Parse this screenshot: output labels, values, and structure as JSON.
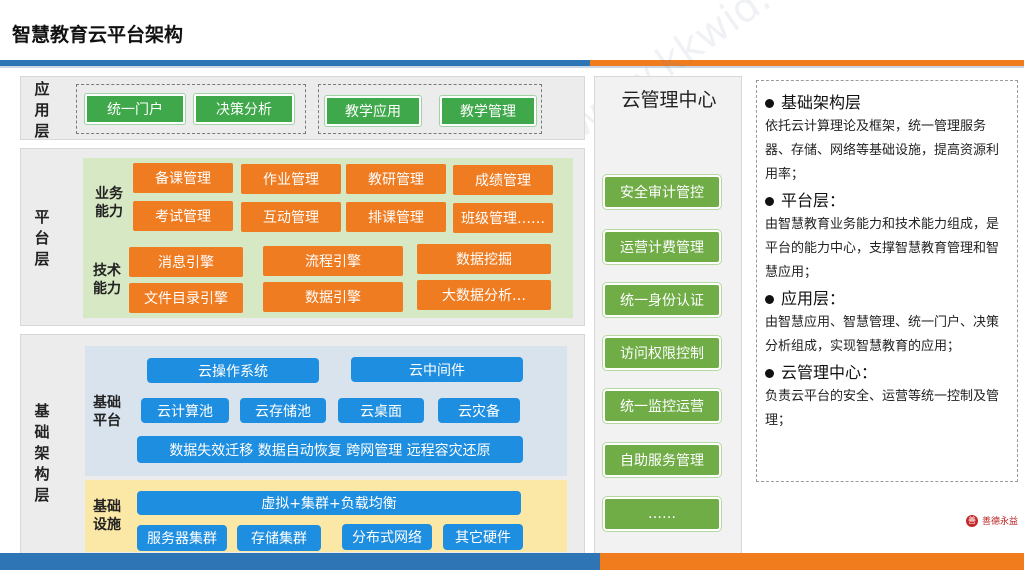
{
  "title": "智慧教育云平台架构",
  "layers": {
    "app": {
      "label": "应用层",
      "groups": [
        [
          "统一门户",
          "决策分析"
        ],
        [
          "教学应用",
          "教学管理"
        ]
      ]
    },
    "platform": {
      "label": "平台层",
      "business": {
        "label": "业务能力",
        "items": [
          "备课管理",
          "作业管理",
          "教研管理",
          "成绩管理",
          "考试管理",
          "互动管理",
          "排课管理",
          "班级管理……"
        ]
      },
      "tech": {
        "label": "技术能力",
        "items": [
          "消息引擎",
          "流程引擎",
          "数据挖掘",
          "文件目录引擎",
          "数据引擎",
          "大数据分析…"
        ]
      }
    },
    "infra": {
      "label": "基础架构层",
      "base_platform": {
        "label": "基础平台",
        "items": [
          "云操作系统",
          "云中间件",
          "云计算池",
          "云存储池",
          "云桌面",
          "云灾备",
          "数据失效迁移  数据自动恢复  跨网管理  远程容灾还原"
        ]
      },
      "facility": {
        "label": "基础设施",
        "items": [
          "虚拟+集群+负载均衡",
          "服务器集群",
          "存储集群",
          "分布式网络",
          "其它硬件"
        ]
      }
    }
  },
  "cloud_center": {
    "title": "云管理中心",
    "items": [
      "安全审计管控",
      "运营计费管理",
      "统一身份认证",
      "访问权限控制",
      "统一监控运营",
      "自助服务管理",
      "……"
    ]
  },
  "descriptions": [
    {
      "head": "基础架构层",
      "text": "依托云计算理论及框架，统一管理服务器、存储、网络等基础设施，提高资源利用率；"
    },
    {
      "head": "平台层：",
      "text": "由智慧教育业务能力和技术能力组成，是平台的能力中心，支撑智慧教育管理和智慧应用；"
    },
    {
      "head": "应用层：",
      "text": "由智慧应用、智慧管理、统一门户、决策分析组成，实现智慧教育的应用；"
    },
    {
      "head": "云管理中心：",
      "text": "负责云平台的安全、运营等统一控制及管理；"
    }
  ],
  "watermark": "www.kkwid.com.cn",
  "logo": {
    "mark": "善",
    "text": "善德永益"
  },
  "colors": {
    "accent_blue": "#2e75b6",
    "accent_orange": "#f07c1e",
    "green": "#3fa84a",
    "orange": "#f07c22",
    "blue": "#1e8ee0",
    "cloud_green": "#70ad47"
  }
}
